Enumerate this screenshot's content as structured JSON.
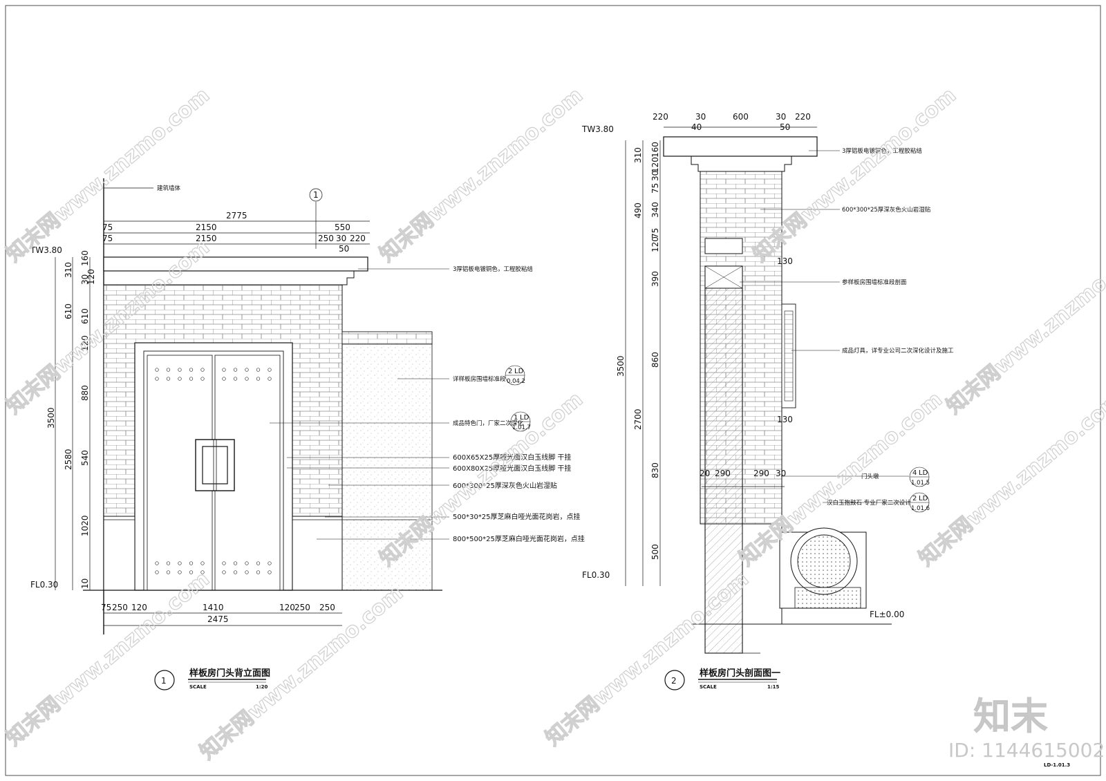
{
  "watermark": {
    "text": "知末网www.znzmo.com",
    "brand": "知末",
    "id_label": "ID: 1144615002"
  },
  "sheet": {
    "number": "LD-1.01.3"
  },
  "views": [
    {
      "number": "1",
      "title": "样板房门头背立面图",
      "scale_label": "SCALE",
      "scale": "1:20",
      "levels": {
        "top": "TW3.80",
        "floor": "FL0.30"
      },
      "top_dims_row1": [
        "2775"
      ],
      "top_dims_row2": [
        "75",
        "2150",
        "550"
      ],
      "top_dims_row3": [
        "75",
        "2150",
        "250",
        "30",
        "220"
      ],
      "top_dims_row3b": [
        "50"
      ],
      "left_dims_inner": [
        "310",
        "160",
        "30",
        "120",
        "610",
        "120",
        "880",
        "540",
        "1020",
        "10"
      ],
      "left_dims_outer": [
        "610",
        "2580",
        "3500"
      ],
      "bottom_dims": [
        "75",
        "250",
        "120",
        "1410",
        "120",
        "250",
        "250"
      ],
      "bottom_total": "2475",
      "grid_bubble": "1",
      "labels": {
        "wall": "建筑墙体",
        "cap": "3厚铝板电镀铜色，工程胶粘结",
        "fence": "详样板房围墙标准段",
        "door": "成品特色门，厂家二次深化",
        "trim1": "600X65X25厚哑光面汉白玉线脚 干挂",
        "trim2": "600X80X25厚哑光面汉白玉线脚 干挂",
        "brick": "600*300*25厚深灰色火山岩湿贴",
        "band": "500*30*25厚芝麻白哑光面花岗岩，点挂",
        "base": "800*500*25厚芝麻白哑光面花岗岩，点挂"
      },
      "refs": [
        {
          "top": "2",
          "code": "LD",
          "sheet": "0.04.2"
        },
        {
          "top": "1",
          "code": "LD",
          "sheet": "1.01.7"
        }
      ]
    },
    {
      "number": "2",
      "title": "样板房门头剖面图一",
      "scale_label": "SCALE",
      "scale": "1:15",
      "levels": {
        "top": "TW3.80",
        "floor": "FL0.30",
        "ground": "FL±0.00"
      },
      "top_dims": [
        "220",
        "30",
        "600",
        "30",
        "220"
      ],
      "top_dims_sub": [
        "40",
        "50"
      ],
      "left_dims_inner": [
        "160",
        "120",
        "30",
        "75",
        "340",
        "75",
        "120",
        "390",
        "860",
        "830",
        "500"
      ],
      "left_dims_mid": [
        "310",
        "490",
        "2700"
      ],
      "left_dims_outer": [
        "3500"
      ],
      "mid_dims": [
        "20",
        "290",
        "290",
        "30"
      ],
      "small_dims": [
        "130",
        "130"
      ],
      "labels": {
        "cap": "3厚铝板电镀铜色，工程胶粘结",
        "brick": "600*300*25厚深灰色火山岩湿贴",
        "wall": "参样板房围墙标准段剖面",
        "lamp": "成品灯具，详专业公司二次深化设计及施工",
        "pier": "门头墩",
        "drum": "汉白玉抱鼓石 专业厂家二次设计"
      },
      "refs": [
        {
          "top": "4",
          "code": "LD",
          "sheet": "1.01.5"
        },
        {
          "top": "2",
          "code": "LD",
          "sheet": "1.01.6"
        }
      ]
    }
  ]
}
